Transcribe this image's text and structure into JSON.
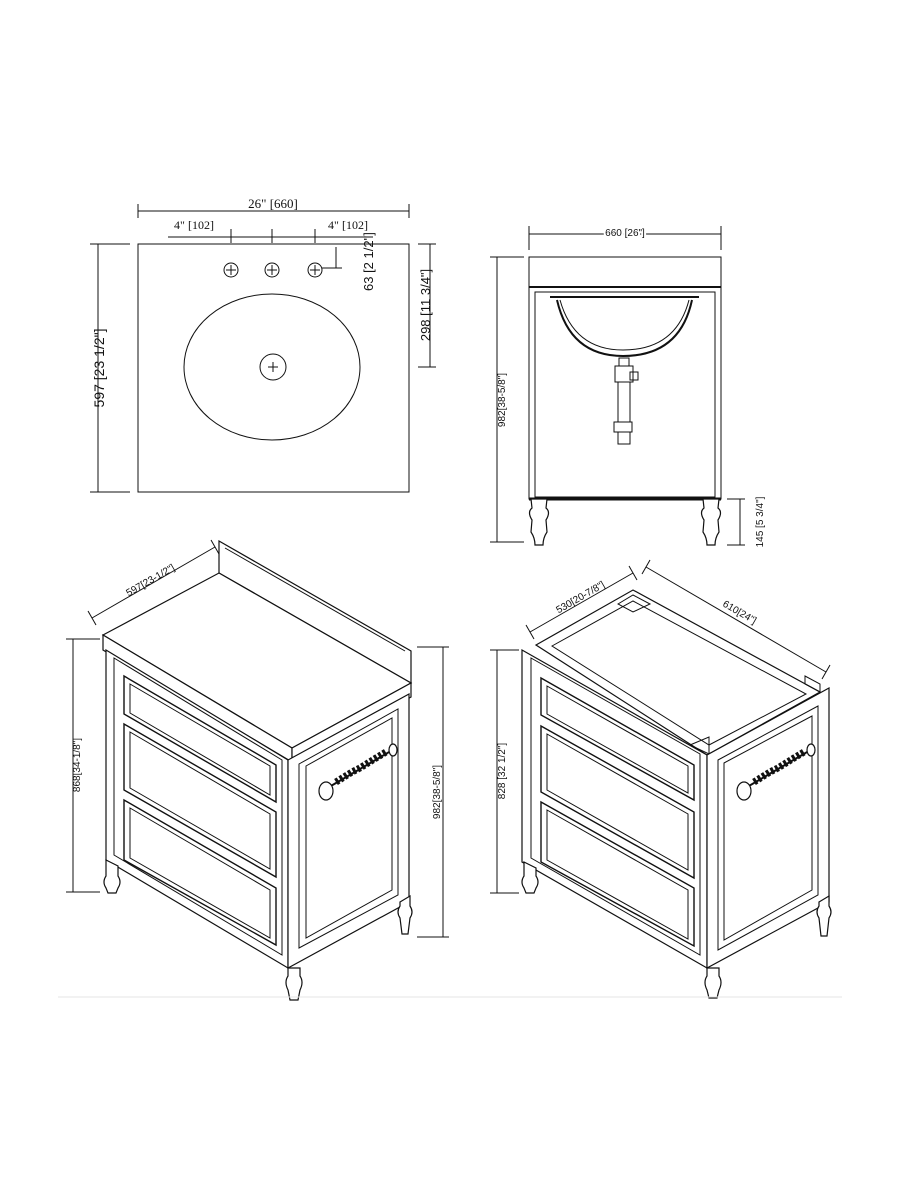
{
  "top_view": {
    "width_dim": "26\" [660]",
    "hole_spacing_left": "4\" [102]",
    "hole_spacing_right": "4\" [102]",
    "hole_offset": "63 [2 1/2\"]",
    "depth_dim": "597 [23 1/2\"]",
    "bowl_center_dim": "298 [11 3/4\"]"
  },
  "front_section_view": {
    "width_dim": "660 [26\"]",
    "height_dim": "982[38-5/8\"]",
    "leg_dim": "145 [5 3/4\"]"
  },
  "iso_with_top": {
    "depth_dim": "597[23-1/2\"]",
    "left_height_dim": "868[34-1/8\"]",
    "right_height_dim": "982[38-5/8\"]"
  },
  "iso_cabinet_only": {
    "width_dim": "530[20-7/8\"]",
    "depth_dim": "610[24\"]",
    "height_dim": "828 [32 1/2\"]"
  }
}
